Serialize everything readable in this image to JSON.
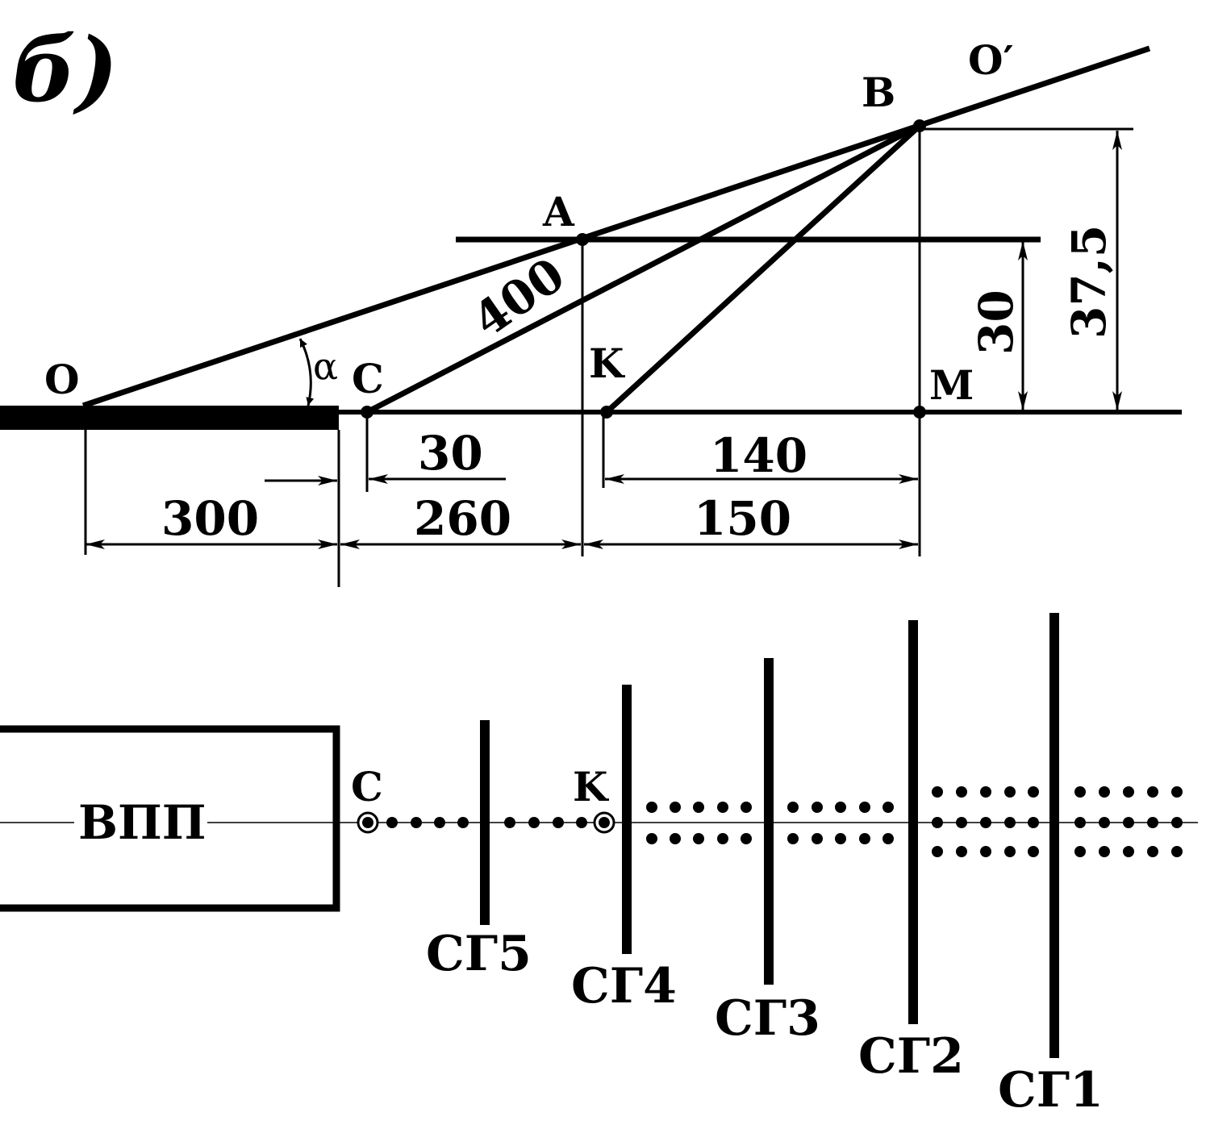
{
  "figure_label": "б)",
  "points": {
    "O": "O",
    "O_prime": "O′",
    "B": "B",
    "A": "A",
    "C": "C",
    "K": "K",
    "M": "M"
  },
  "angle_label": "α",
  "dimensions": {
    "d300": "300",
    "d260": "260",
    "d150": "150",
    "d30h": "30",
    "d140": "140",
    "d400": "400",
    "d30v": "30",
    "d37_5": "37,5"
  },
  "plan": {
    "runway_label": "ВПП",
    "C": "C",
    "K": "K",
    "sg": [
      "СГ5",
      "СГ4",
      "СГ3",
      "СГ2",
      "СГ1"
    ]
  }
}
